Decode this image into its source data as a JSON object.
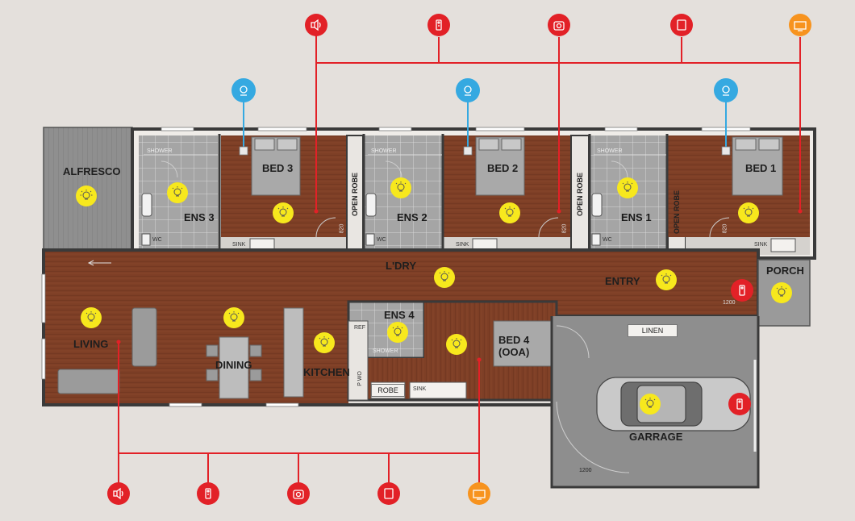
{
  "rooms": {
    "alfresco": "ALFRESCO",
    "bed3": "BED 3",
    "ens3": "ENS 3",
    "bed2": "BED 2",
    "ens2": "ENS 2",
    "bed1": "BED 1",
    "ens1": "ENS 1",
    "ldry": "L'DRY",
    "entry": "ENTRY",
    "porch": "PORCH",
    "living": "LIVING",
    "dining": "DINING",
    "kitchen": "KITCHEN",
    "ens4": "ENS 4",
    "bed4": "BED 4\n(OOA)",
    "garage": "GARRAGE"
  },
  "fixtures": {
    "open_robe": "OPEN ROBE",
    "sink": "SINK",
    "shower": "SHOWER",
    "linen": "LINEN",
    "robe": "ROBE",
    "wc": "WC",
    "ref": "REF",
    "pwo": "P WO",
    "dim_820": "820",
    "dim_1200": "1200"
  },
  "legend_colors": {
    "wall": "#3a3a3a",
    "timber": "#8b4a2e",
    "tile": "#9a9a9a",
    "light": "#f7e81d",
    "device_red": "#e22127",
    "device_orange": "#f7931e",
    "sensor_blue": "#35a9e1",
    "wire_red": "#e22127",
    "wire_blue": "#35a9e1"
  },
  "icons": {
    "speaker": "speaker-icon",
    "remote": "remote-icon",
    "camera": "camera-icon",
    "tablet": "tablet-icon",
    "tv": "tv-icon",
    "voice_assistant": "voice-assistant-icon",
    "bulb": "light-bulb-icon"
  }
}
